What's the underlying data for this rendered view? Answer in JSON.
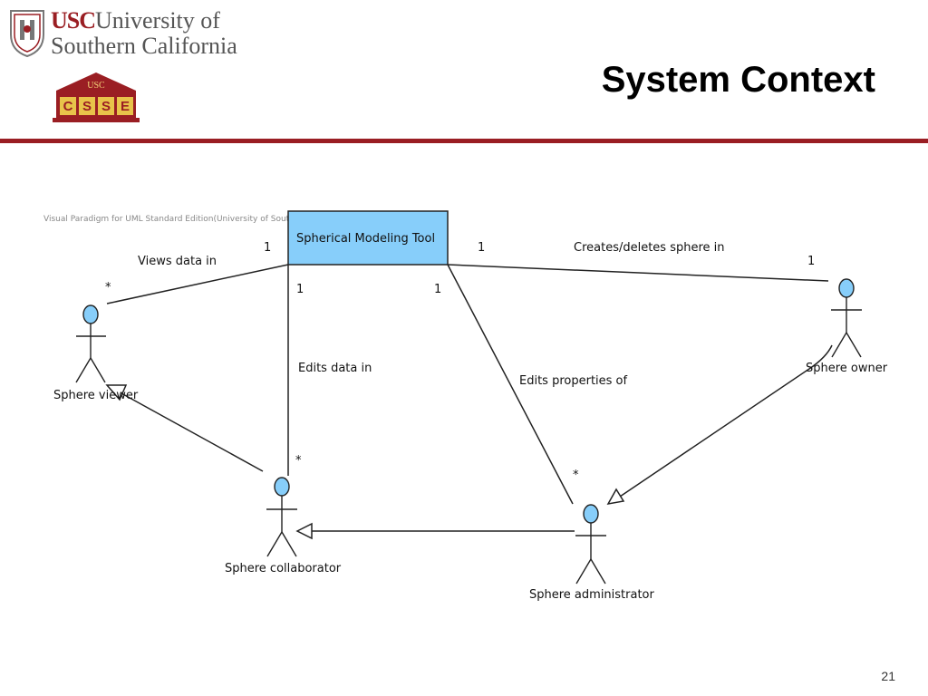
{
  "header": {
    "usc_abbr": "USC",
    "usc_line1_rest": "University of",
    "usc_line2": "Southern California",
    "csse_top": "USC",
    "csse_letters": [
      "C",
      "S",
      "S",
      "E"
    ],
    "title": "System Context"
  },
  "diagram": {
    "watermark": "Visual Paradigm for UML Standard Edition(University of Southern California)",
    "system": "Spherical Modeling Tool",
    "actors": {
      "viewer": "Sphere viewer",
      "collaborator": "Sphere collaborator",
      "administrator": "Sphere administrator",
      "owner": "Sphere owner"
    },
    "associations": {
      "views": "Views data in",
      "edits_data": "Edits data in",
      "edits_props": "Edits properties of",
      "creates": "Creates/deletes sphere in"
    },
    "multiplicities": {
      "views_sys": "1",
      "views_actor": "*",
      "edits_sys": "1",
      "edits_actor": "*",
      "props_sys": "1",
      "props_actor": "*",
      "creates_sys": "1",
      "creates_actor": "1"
    }
  },
  "footer": {
    "page_number": "21"
  },
  "colors": {
    "usc_red": "#9a1e23",
    "system_fill": "#87cefa",
    "actor_head": "#87cefa",
    "csse_gold": "#e8c34a"
  }
}
